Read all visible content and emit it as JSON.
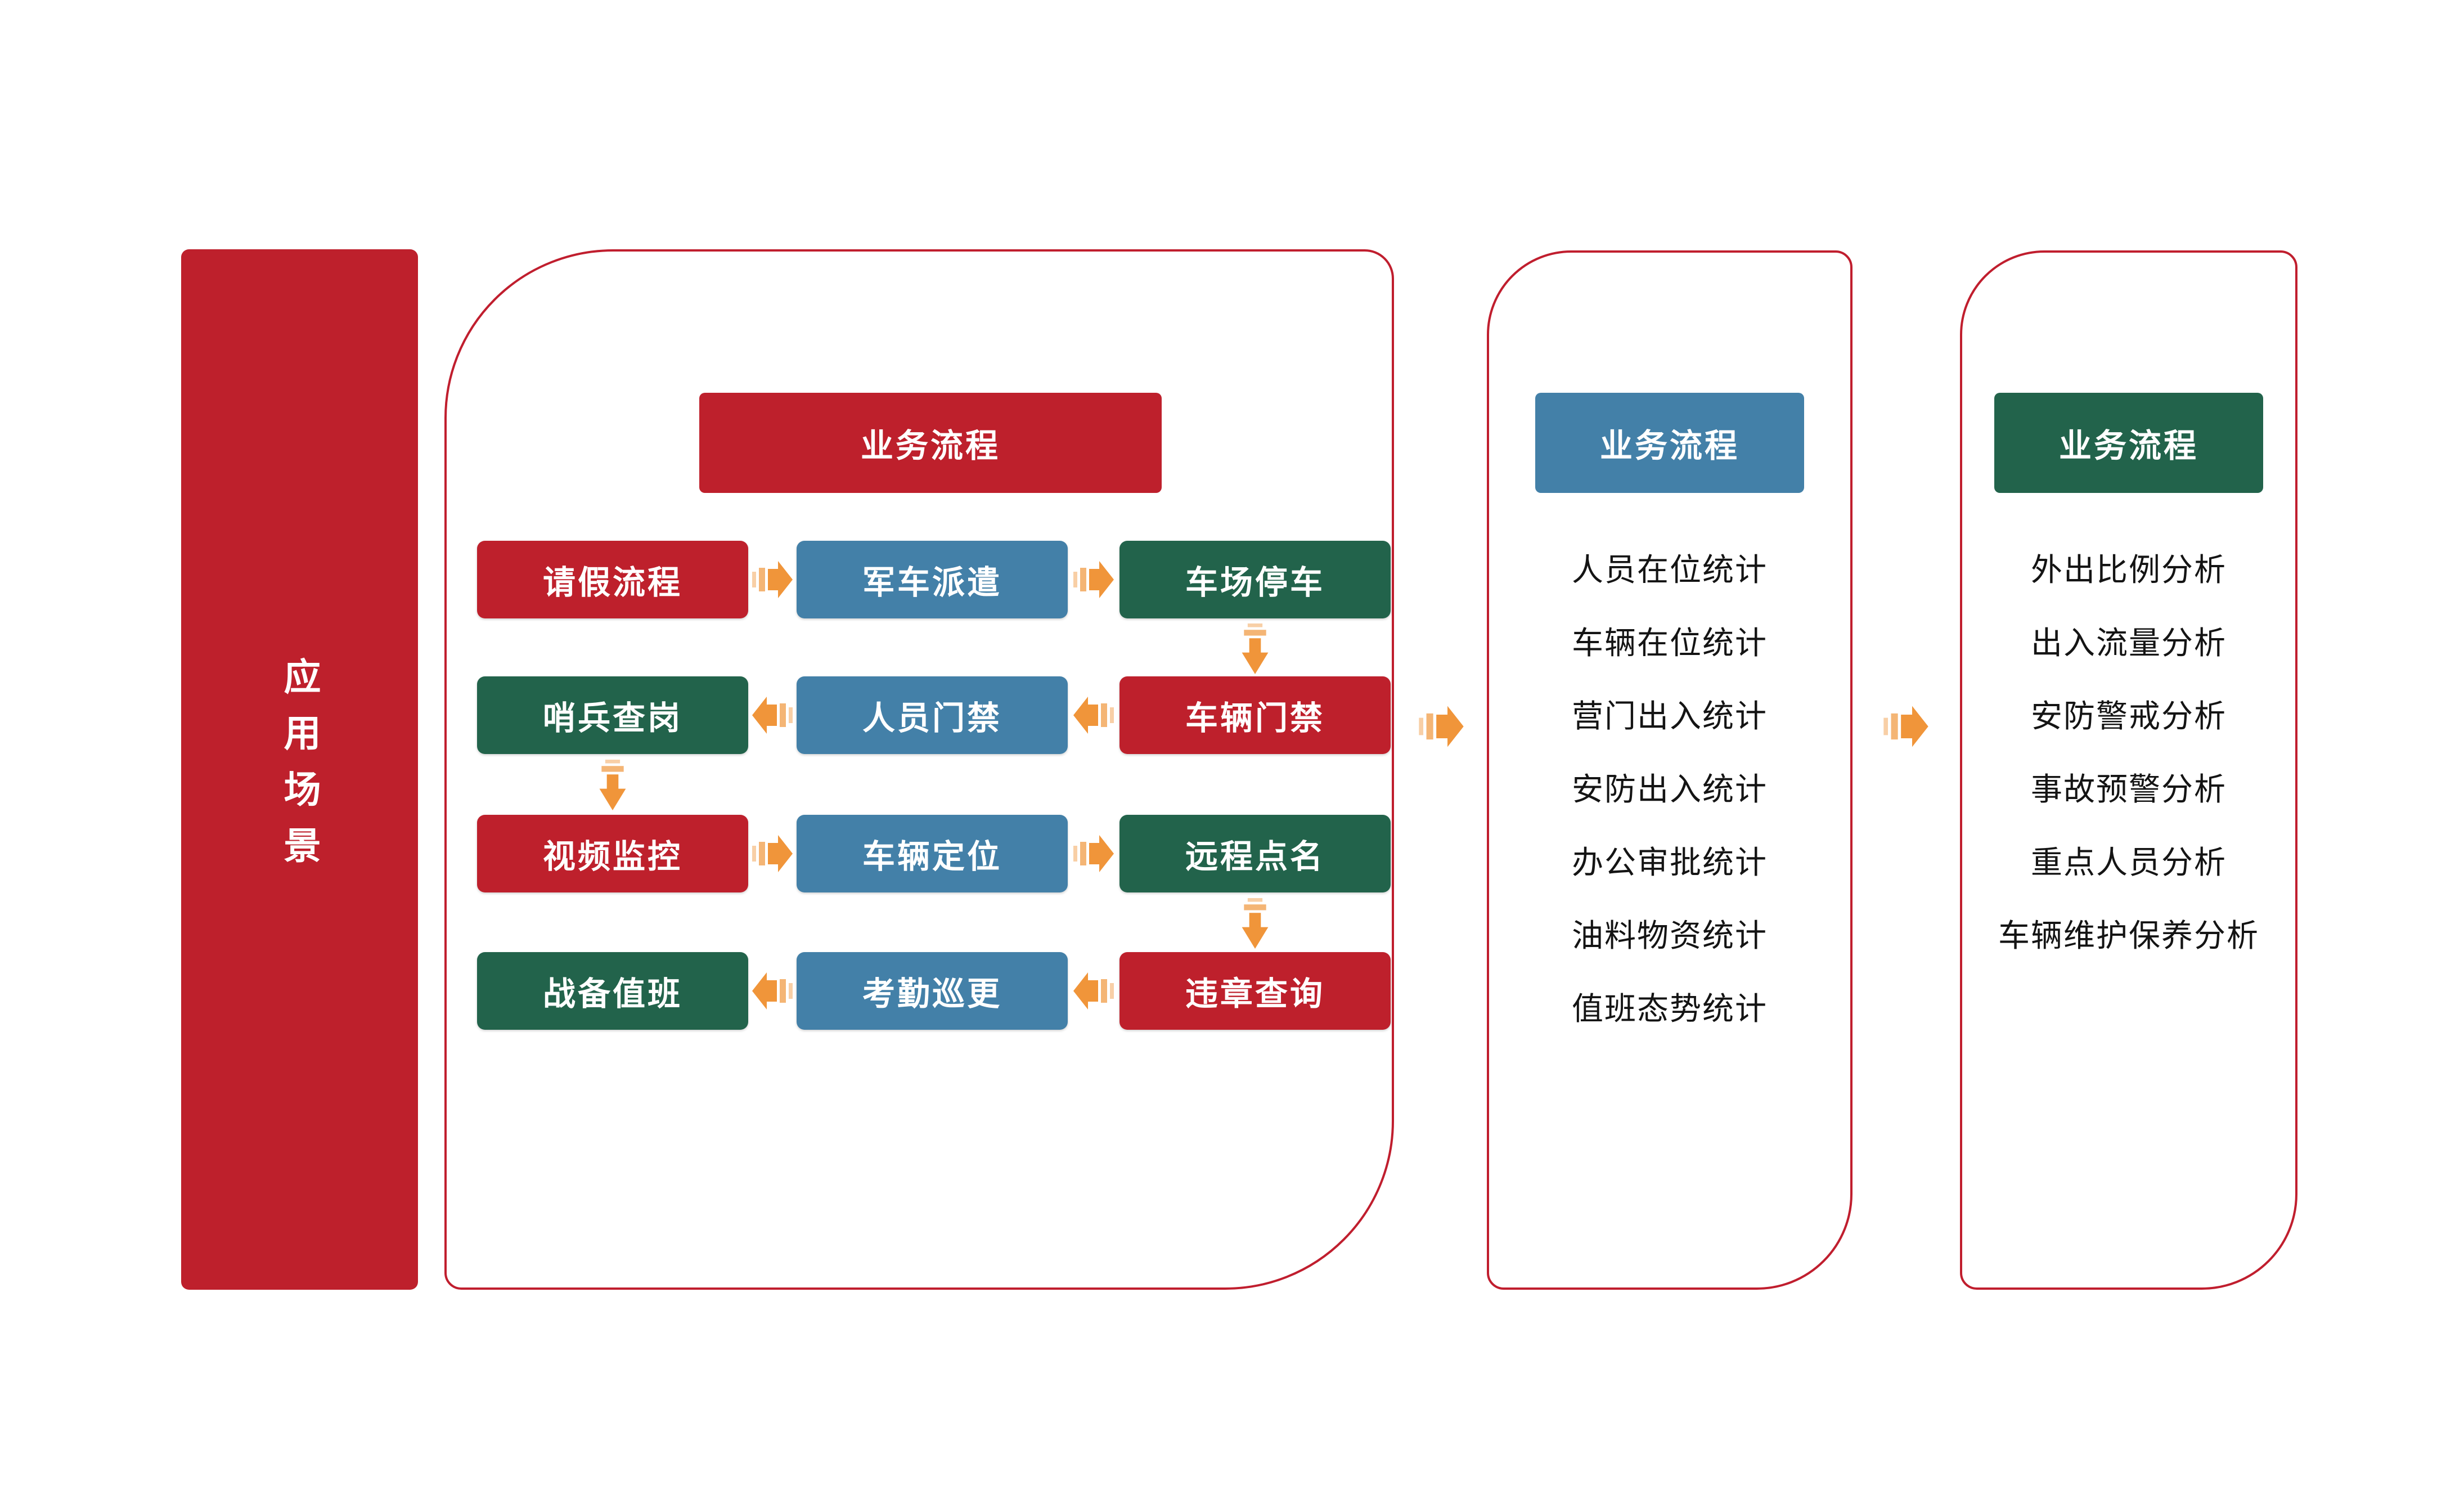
{
  "colors": {
    "red": "#BE202C",
    "blue": "#4380A8",
    "green": "#22634B",
    "orange_arrow": "#F0953A",
    "panel_border": "#C01E2E",
    "list_text": "#141414"
  },
  "left_bar": {
    "label": "应用场景"
  },
  "panel1": {
    "header": {
      "label": "业务流程",
      "color": "red"
    },
    "rows": [
      {
        "arrow_dir": "right",
        "boxes": [
          {
            "label": "请假流程",
            "color": "red"
          },
          {
            "label": "军车派遣",
            "color": "blue"
          },
          {
            "label": "车场停车",
            "color": "green"
          }
        ]
      },
      {
        "arrow_dir": "left",
        "boxes": [
          {
            "label": "哨兵查岗",
            "color": "green"
          },
          {
            "label": "人员门禁",
            "color": "blue"
          },
          {
            "label": "车辆门禁",
            "color": "red"
          }
        ]
      },
      {
        "arrow_dir": "right",
        "boxes": [
          {
            "label": "视频监控",
            "color": "red"
          },
          {
            "label": "车辆定位",
            "color": "blue"
          },
          {
            "label": "远程点名",
            "color": "green"
          }
        ]
      },
      {
        "arrow_dir": "left",
        "boxes": [
          {
            "label": "战备值班",
            "color": "green"
          },
          {
            "label": "考勤巡更",
            "color": "blue"
          },
          {
            "label": "违章查询",
            "color": "red"
          }
        ]
      }
    ],
    "down_arrows": [
      "after-车场停车",
      "after-哨兵查岗",
      "after-远程点名"
    ]
  },
  "panel2": {
    "header": {
      "label": "业务流程",
      "color": "blue"
    },
    "items": [
      "人员在位统计",
      "车辆在位统计",
      "营门出入统计",
      "安防出入统计",
      "办公审批统计",
      "油料物资统计",
      "值班态势统计"
    ]
  },
  "panel3": {
    "header": {
      "label": "业务流程",
      "color": "green"
    },
    "items": [
      "外出比例分析",
      "出入流量分析",
      "安防警戒分析",
      "事故预警分析",
      "重点人员分析",
      "车辆维护保养分析"
    ]
  },
  "icons": {
    "flow_arrow": "striped-arrow",
    "arrow_color": "#F0953A"
  }
}
